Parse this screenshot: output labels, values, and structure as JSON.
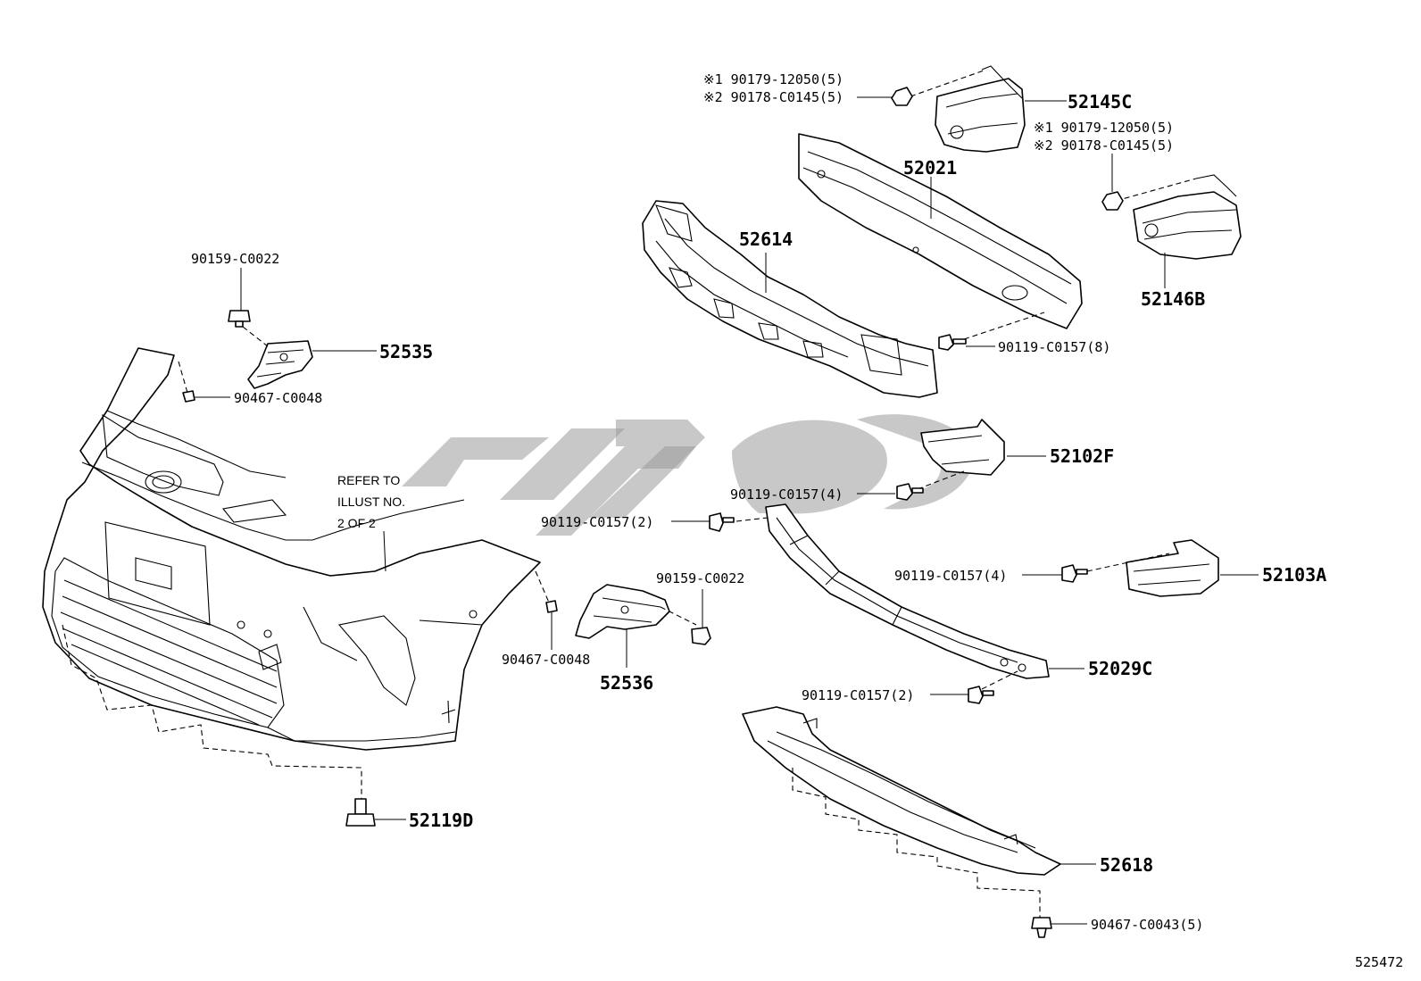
{
  "diagram": {
    "drawing_number": "525472",
    "note": [
      "REFER TO",
      "ILLUST NO.",
      "2 OF 2"
    ],
    "watermark": "#9a9a9a",
    "callouts": [
      {
        "id": "c1",
        "text": "※1 90179-12050(5)"
      },
      {
        "id": "c2",
        "text": "※2 90178-C0145(5)"
      },
      {
        "id": "c3",
        "text": "52145C"
      },
      {
        "id": "c4",
        "text": "※1 90179-12050(5)"
      },
      {
        "id": "c5",
        "text": "※2 90178-C0145(5)"
      },
      {
        "id": "c6",
        "text": "52021"
      },
      {
        "id": "c7",
        "text": "52146B"
      },
      {
        "id": "c8",
        "text": "52614"
      },
      {
        "id": "c9",
        "text": "90159-C0022"
      },
      {
        "id": "c10",
        "text": "52535"
      },
      {
        "id": "c11",
        "text": "90467-C0048"
      },
      {
        "id": "c12",
        "text": "90119-C0157(8)"
      },
      {
        "id": "c13",
        "text": "52102F"
      },
      {
        "id": "c14",
        "text": "90119-C0157(4)"
      },
      {
        "id": "c15",
        "text": "90119-C0157(2)"
      },
      {
        "id": "c16",
        "text": "90159-C0022"
      },
      {
        "id": "c17",
        "text": "90119-C0157(4)"
      },
      {
        "id": "c18",
        "text": "52103A"
      },
      {
        "id": "c19",
        "text": "90467-C0048"
      },
      {
        "id": "c20",
        "text": "52536"
      },
      {
        "id": "c21",
        "text": "52029C"
      },
      {
        "id": "c22",
        "text": "90119-C0157(2)"
      },
      {
        "id": "c23",
        "text": "52119D"
      },
      {
        "id": "c24",
        "text": "52618"
      },
      {
        "id": "c25",
        "text": "90467-C0043(5)"
      }
    ]
  }
}
